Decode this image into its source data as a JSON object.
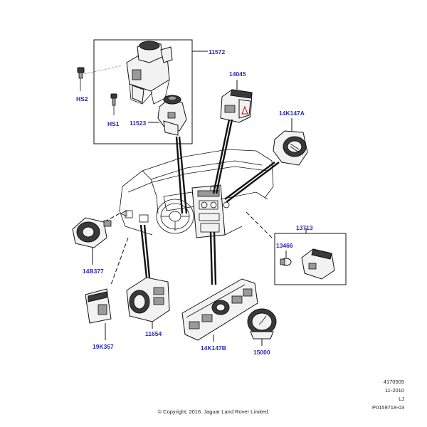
{
  "callouts": {
    "p11572": "11572",
    "hs2": "HS2",
    "hs1": "HS1",
    "p11523": "11523",
    "p14045": "14045",
    "p14k147a": "14K147A",
    "p14b377": "14B377",
    "p13713": "13713",
    "p13466": "13466",
    "p19k357": "19K357",
    "p11654": "11654",
    "p14k147b": "14K147B",
    "p15000": "15000"
  },
  "meta": {
    "line1": "4170505",
    "line2": "11-2010",
    "line3": "LJ",
    "line4": "P0159718-03"
  },
  "copyright": "© Copyright, 2016. Jaguar Land Rover Limited.",
  "colors": {
    "callout": "#2a2ab8",
    "line": "#111111"
  }
}
